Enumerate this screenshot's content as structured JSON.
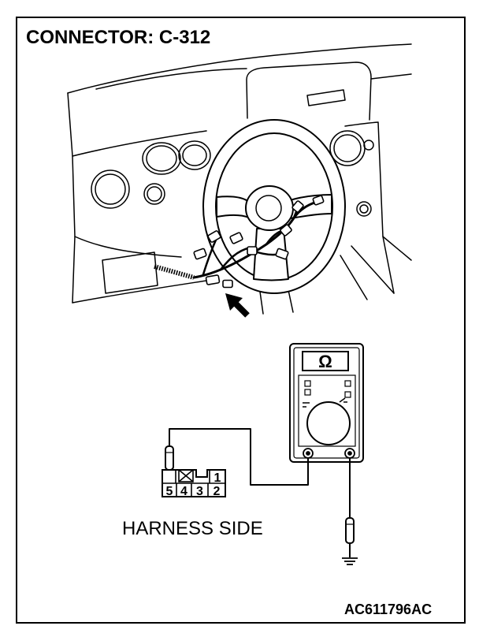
{
  "title": "CONNECTOR: C-312",
  "figure_code": "AC611796AC",
  "meter": {
    "symbol": "Ω",
    "icon": "ohmmeter-icon"
  },
  "connector": {
    "side_label": "HARNESS SIDE",
    "top_row": [
      "1"
    ],
    "bottom_row": [
      "5",
      "4",
      "3",
      "2"
    ],
    "unused_cavity_icon": "crossed-box-icon"
  },
  "icons": {
    "locator_arrow": "arrow-up-left-icon",
    "ground": "ground-icon"
  },
  "colors": {
    "ink": "#000000",
    "paper": "#ffffff"
  }
}
